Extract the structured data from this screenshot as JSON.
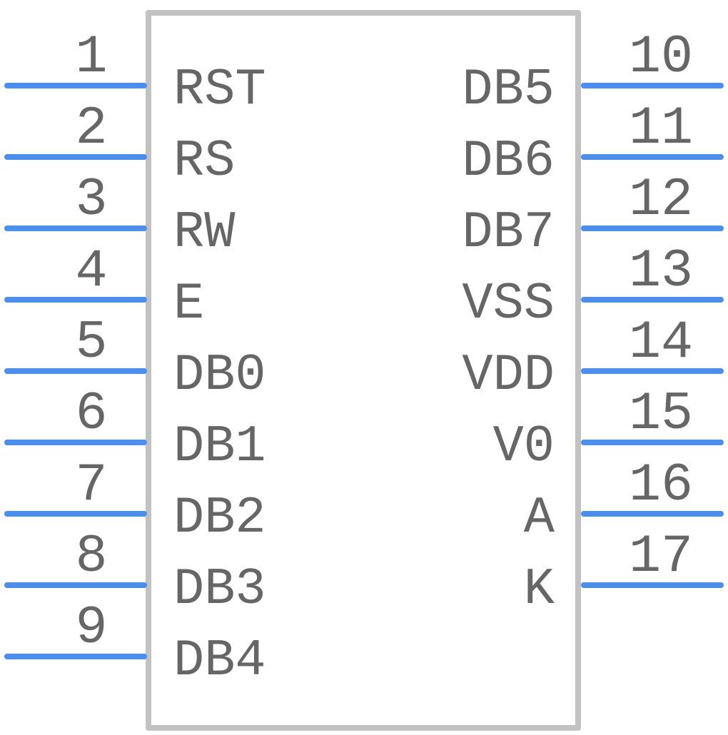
{
  "colors": {
    "body_outline": "#c2c2c2",
    "pin_line": "#4a8ef0",
    "text": "#666666",
    "background": "#ffffff"
  },
  "left_pins": [
    {
      "number": "1",
      "label": "RST"
    },
    {
      "number": "2",
      "label": "RS"
    },
    {
      "number": "3",
      "label": "RW"
    },
    {
      "number": "4",
      "label": "E"
    },
    {
      "number": "5",
      "label": "DB0"
    },
    {
      "number": "6",
      "label": "DB1"
    },
    {
      "number": "7",
      "label": "DB2"
    },
    {
      "number": "8",
      "label": "DB3"
    },
    {
      "number": "9",
      "label": "DB4"
    }
  ],
  "right_pins": [
    {
      "number": "10",
      "label": "DB5"
    },
    {
      "number": "11",
      "label": "DB6"
    },
    {
      "number": "12",
      "label": "DB7"
    },
    {
      "number": "13",
      "label": "VSS"
    },
    {
      "number": "14",
      "label": "VDD"
    },
    {
      "number": "15",
      "label": "V0"
    },
    {
      "number": "16",
      "label": "A"
    },
    {
      "number": "17",
      "label": "K"
    }
  ]
}
